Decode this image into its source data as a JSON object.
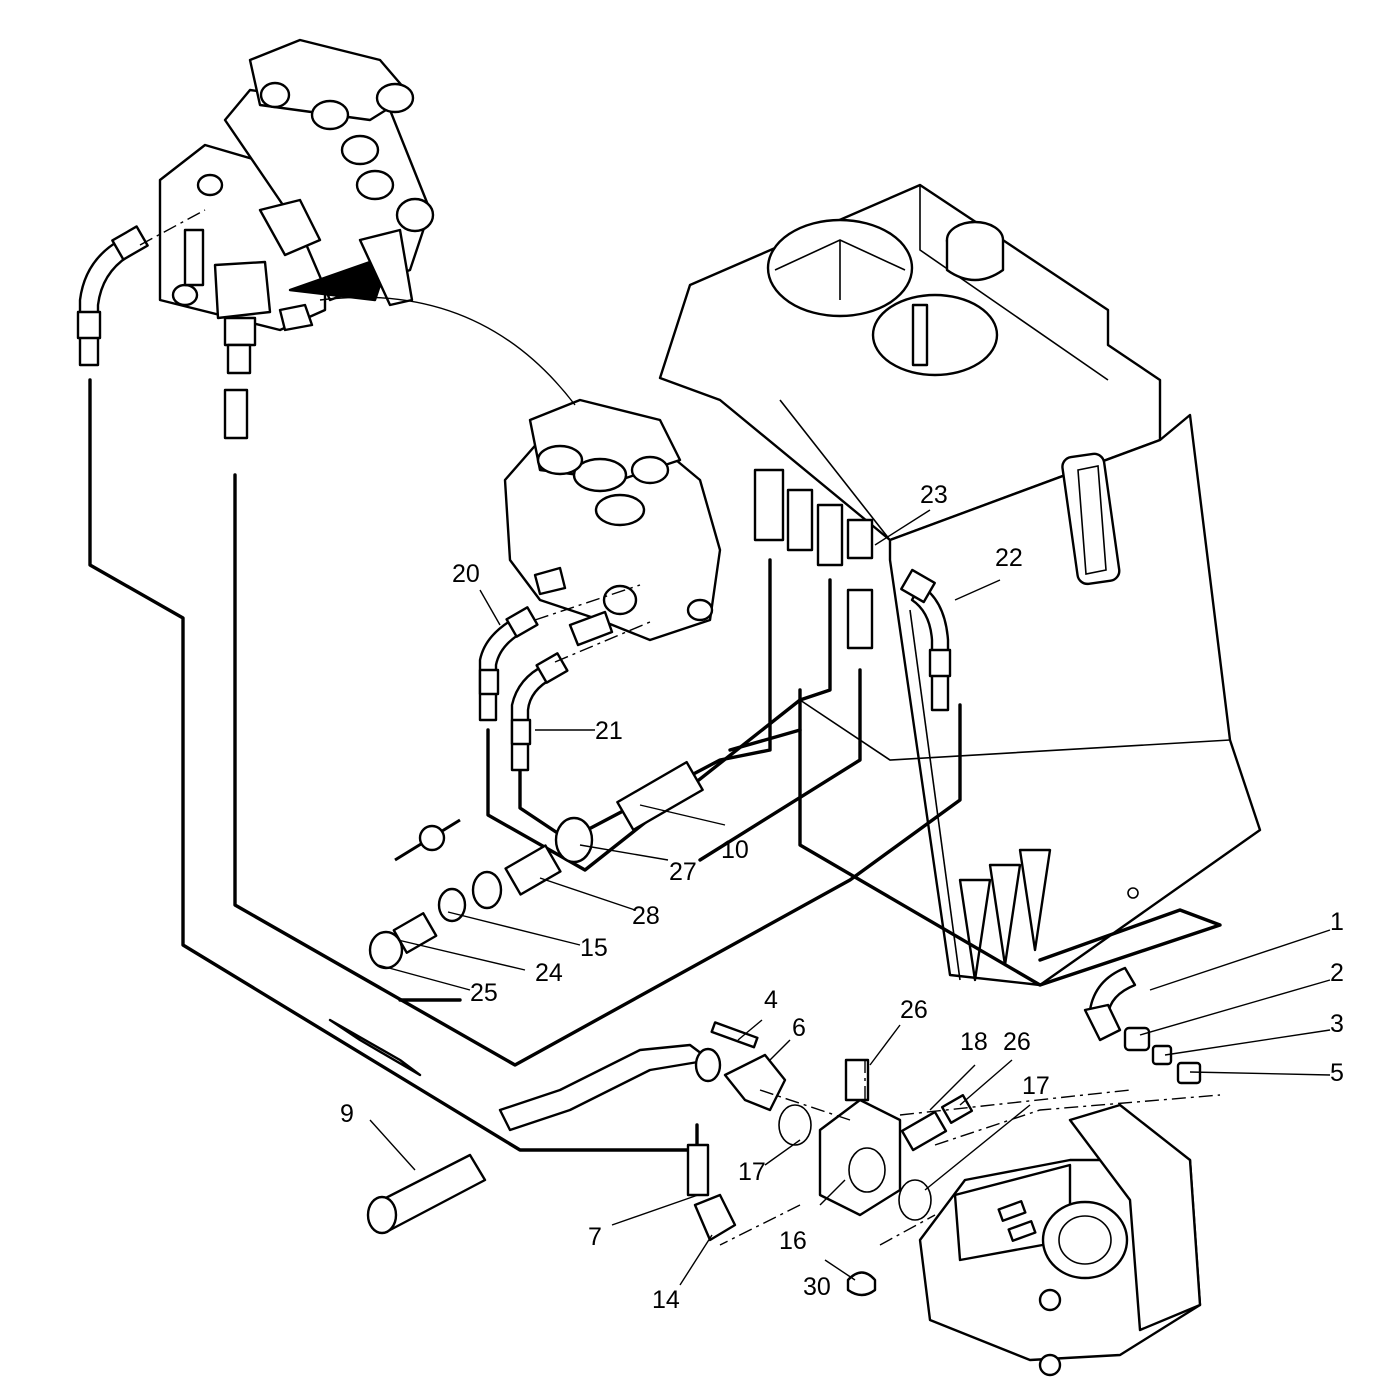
{
  "diagram": {
    "callouts": [
      "1",
      "2",
      "3",
      "4",
      "5",
      "6",
      "7",
      "9",
      "10",
      "14",
      "15",
      "16",
      "17",
      "17",
      "18",
      "20",
      "21",
      "22",
      "23",
      "24",
      "25",
      "26",
      "26",
      "27",
      "28",
      "30"
    ],
    "line_color": "#000000",
    "background": "#ffffff"
  }
}
